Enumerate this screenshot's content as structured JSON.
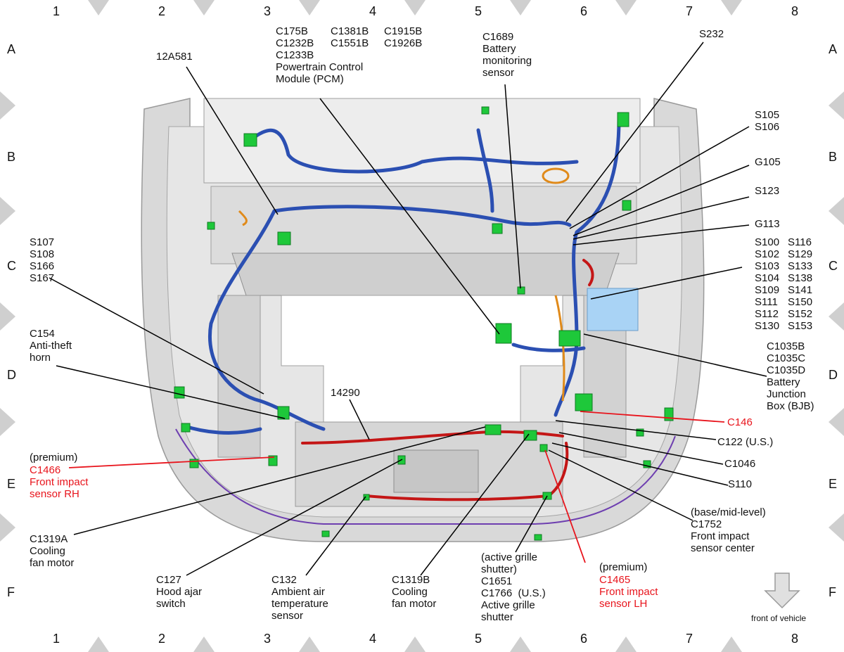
{
  "colors": {
    "harness_blue": "#2b4fb2",
    "harness_red": "#c41616",
    "connector_green": "#1ec83a",
    "label_red": "#e8141c",
    "bjb_box": "#a9d3f5",
    "body_gray": "#c8c8c8",
    "harness_purple": "#6e3fb0"
  },
  "grid": {
    "columns": [
      "1",
      "2",
      "3",
      "4",
      "5",
      "6",
      "7",
      "8"
    ],
    "rows": [
      "A",
      "B",
      "C",
      "D",
      "E",
      "F"
    ]
  },
  "labels": {
    "pcm_a": "C175B\nC1232B\nC1233B\nPowertrain Control\nModule (PCM)",
    "pcm_b": "C1381B\nC1551B",
    "pcm_c": "C1915B\nC1926B",
    "c1689": "C1689\nBattery\nmonitoring\nsensor",
    "s232": "S232",
    "a12581": "12A581",
    "s105": "S105\nS106",
    "g105": "G105",
    "s123": "S123",
    "g113": "G113",
    "splices_a": "S100\nS102\nS103\nS104\nS109\nS111\nS112\nS130",
    "splices_b": "S116\nS129\nS133\nS138\nS141\nS150\nS152\nS153",
    "bjb": "C1035B\nC1035C\nC1035D\nBattery\nJunction\nBox (BJB)",
    "s107": "S107\nS108\nS166\nS167",
    "c154": "C154\nAnti-theft\nhorn",
    "h14290": "14290",
    "c146": "C146",
    "c122": "C122 (U.S.)",
    "c1046": "C1046",
    "s110": "S110",
    "c1466": "C1466\nFront impact\nsensor RH",
    "premium_rh": "(premium)",
    "c1752": "(base/mid-level)\nC1752\nFront impact\nsensor center",
    "c1319a": "C1319A\nCooling\nfan motor",
    "c127": "C127\nHood ajar\nswitch",
    "c132": "C132\nAmbient air\ntemperature\nsensor",
    "c1319b": "C1319B\nCooling\nfan motor",
    "grille": "(active grille\nshutter)\nC1651\nC1766  (U.S.)\nActive grille\nshutter",
    "premium_lh": "(premium)",
    "c1465": "C1465\nFront impact\nsensor LH",
    "front": "front of vehicle"
  }
}
